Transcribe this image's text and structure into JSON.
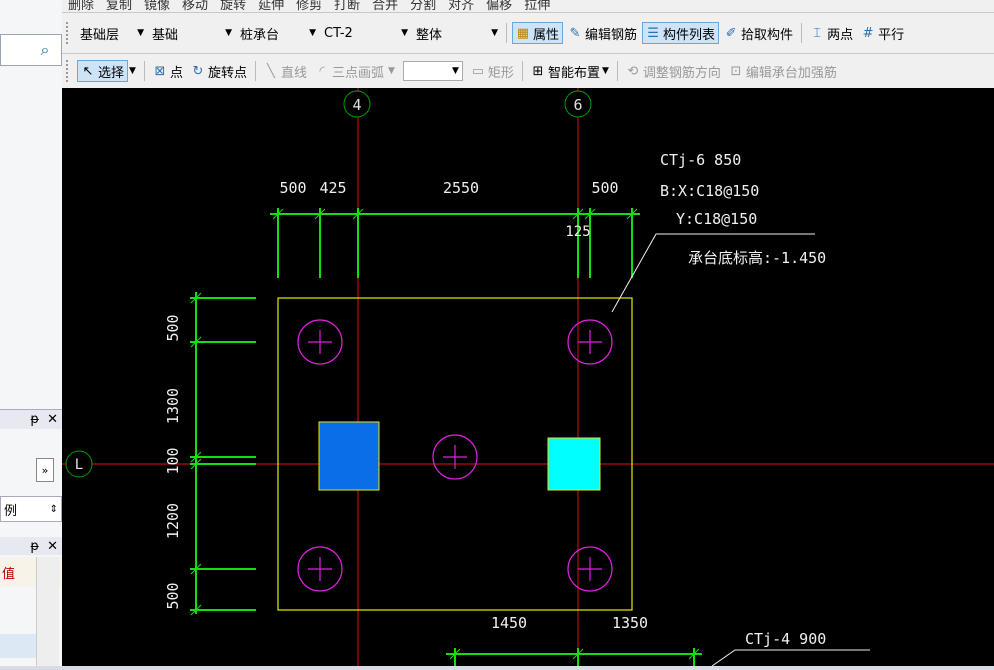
{
  "toolbar_top": {
    "items": [
      "删除",
      "复制",
      "镜像",
      "移动",
      "旋转",
      "延伸",
      "修剪",
      "打断",
      "合并",
      "分割",
      "对齐",
      "偏移",
      "拉伸"
    ]
  },
  "toolbar1": {
    "layer": "基础层",
    "category": "基础",
    "type": "桩承台",
    "component": "CT-2",
    "scope": "整体",
    "property_btn": "属性",
    "edit_rebar_btn": "编辑钢筋",
    "component_list_btn": "构件列表",
    "pick_btn": "拾取构件",
    "two_points_btn": "两点",
    "parallel_btn": "平行"
  },
  "toolbar2": {
    "select_btn": "选择",
    "point_btn": "点",
    "rotate_point_btn": "旋转点",
    "line_btn": "直线",
    "arc_btn": "三点画弧",
    "rect_btn": "矩形",
    "smart_btn": "智能布置",
    "adjust_rebar_btn": "调整钢筋方向",
    "edit_cap_btn": "编辑承台加强筋"
  },
  "left_panel": {
    "close_1": "✕",
    "pin_1": "ᵽ",
    "combo_text": "例",
    "close_2": "✕",
    "pin_2": "ᵽ",
    "grid_header": "值",
    "expand": "»"
  },
  "drawing": {
    "axes": {
      "axis_4": "4",
      "axis_6": "6",
      "axis_L": "L"
    },
    "dims_top": [
      "500",
      "425",
      "2550",
      "500",
      "125"
    ],
    "dims_left": [
      "500",
      "1300",
      "100",
      "1200",
      "500"
    ],
    "dims_bottom": [
      "1450",
      "1350"
    ],
    "label1": {
      "line1": "CTj-6 850",
      "line2": "B:X:C18@150",
      "line3": "Y:C18@150",
      "line4": "承台底标高:-1.450"
    },
    "label2": {
      "line1": "CTj-4 900"
    }
  }
}
